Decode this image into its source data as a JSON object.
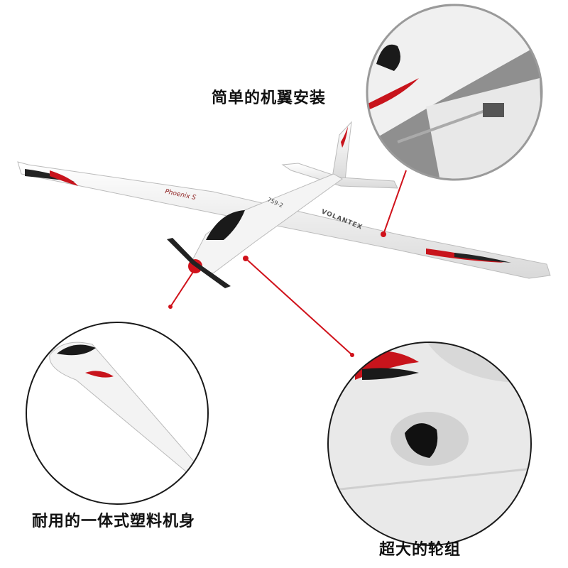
{
  "captions": {
    "wing_install": "简单的机翼安装",
    "fuselage": "耐用的一体式塑料机身",
    "wheels": "超大的轮组"
  },
  "product_markings": {
    "model": "759-2",
    "brand": "VOLANTEX",
    "name": "Phoenix S"
  },
  "colors": {
    "callout_line": "#d0121b",
    "circle_border": "#9a9a9a",
    "accent_decal": "#c8141c"
  }
}
